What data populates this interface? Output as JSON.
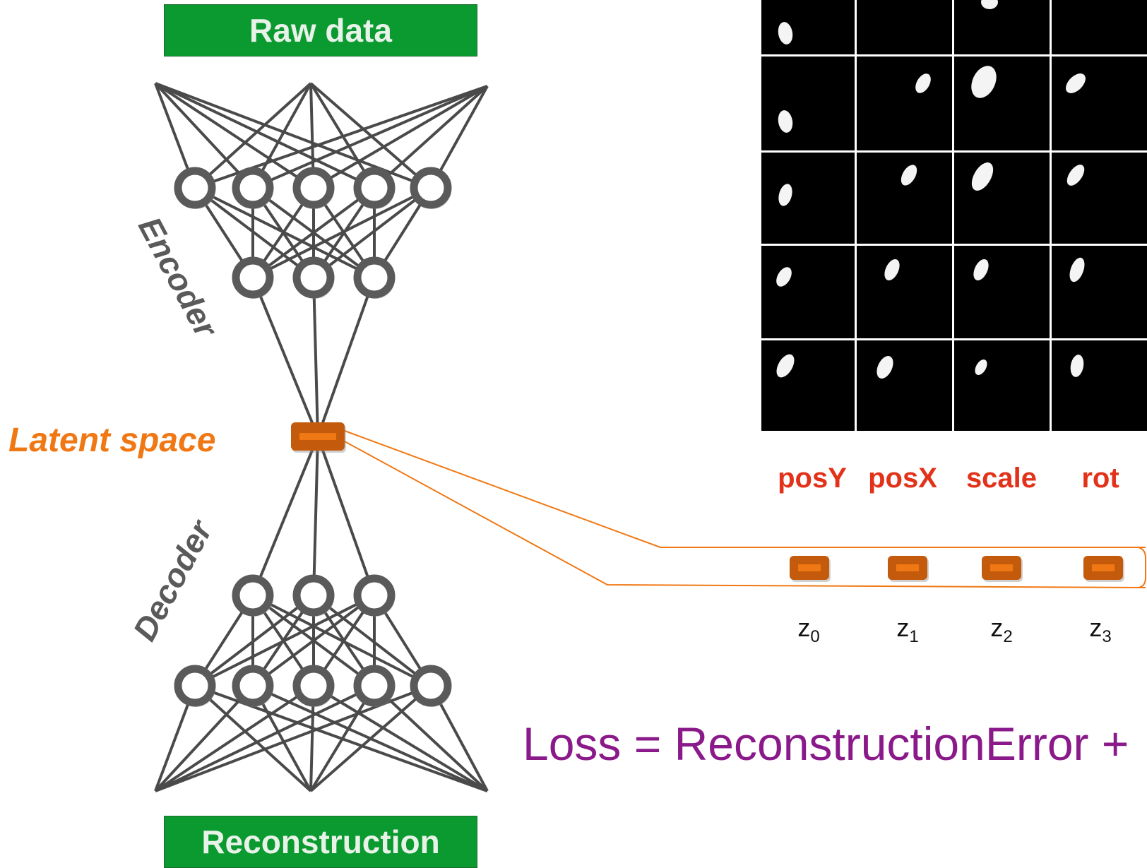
{
  "raw_label": "Raw data",
  "reconstruction_label": "Reconstruction",
  "encoder_label": "Encoder",
  "decoder_label": "Decoder",
  "latent_label": "Latent space",
  "factors": [
    "posY",
    "posX",
    "scale",
    "rot"
  ],
  "latent_units": [
    {
      "name": "z",
      "sub": "0"
    },
    {
      "name": "z",
      "sub": "1"
    },
    {
      "name": "z",
      "sub": "2"
    },
    {
      "name": "z",
      "sub": "3"
    }
  ],
  "loss_formula": "Loss = ReconstructionError +",
  "colors": {
    "box_green": "#0a9a2f",
    "node_gray": "#5a5a5a",
    "latent_orange": "#f07814",
    "latent_dark": "#c35a0c",
    "factor_red": "#e2321a",
    "loss_purple": "#8a1a8a"
  }
}
